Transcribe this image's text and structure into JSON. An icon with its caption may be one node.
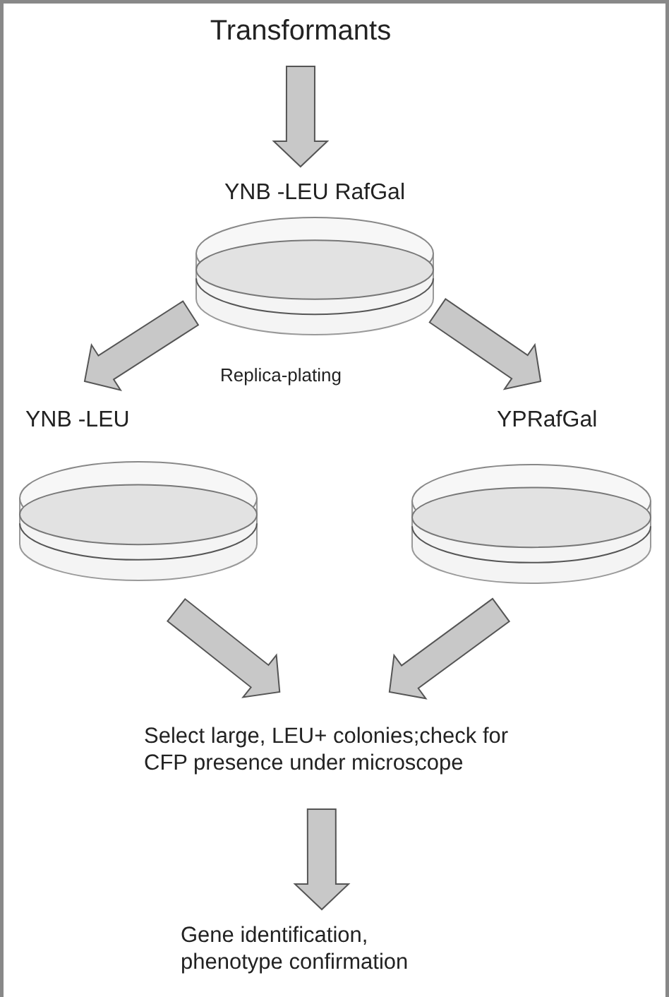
{
  "diagram": {
    "nodes": [
      {
        "text": [
          "Transformants"
        ]
      },
      {
        "text": [
          "YNB -LEU RafGal"
        ]
      },
      {
        "text": [
          "YNB -LEU"
        ]
      },
      {
        "text": [
          "YPRafGal"
        ]
      },
      {
        "text": [
          "Select large, LEU+ colonies;check for CFP presence under microscope"
        ]
      },
      {
        "text": [
          "Gene identification, phenotype confirmation"
        ]
      }
    ],
    "edges": [
      {
        "from": 0,
        "to": 1,
        "arrow": "to"
      },
      {
        "from": 1,
        "to": 2,
        "arrow": "to"
      },
      {
        "from": 1,
        "to": 3,
        "arrow": "to"
      },
      {
        "from": 2,
        "to": 4,
        "arrow": "to"
      },
      {
        "from": 3,
        "to": 4,
        "arrow": "to"
      },
      {
        "from": 4,
        "to": 5,
        "arrow": "to"
      }
    ],
    "labels": [
      "Replica-plating"
    ]
  }
}
